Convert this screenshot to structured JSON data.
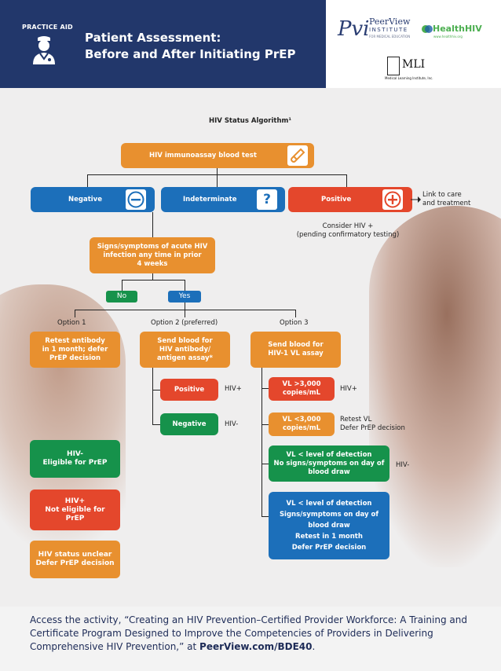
{
  "header": {
    "label": "PRACTICE AID",
    "title": "Patient Assessment:\nBefore and After Initiating PrEP"
  },
  "logos": {
    "pvi_mark": "Pvi",
    "pvi_name": "PeerView",
    "pvi_institute": "INSTITUTE",
    "pvi_sub": "FOR MEDICAL EDUCATION",
    "healthhiv": "HealthHIV",
    "healthhiv_url": "www.healthhiv.org",
    "mli": "MLI",
    "mli_sub": "Medical Learning Institute, Inc."
  },
  "algorithm": {
    "title": "HIV Status Algorithm¹",
    "immunoassay": "HIV immunoassay blood test",
    "negative": "Negative",
    "indeterminate": "Indeterminate",
    "positive": "Positive",
    "link_to_care": "Link to care\nand treatment",
    "consider": "Consider HIV +\n(pending confirmatory testing)",
    "acute": "Signs/symptoms of acute HIV\ninfection any time in prior\n4 weeks",
    "no": "No",
    "yes": "Yes",
    "option1": "Option 1",
    "option2": "Option 2 (preferred)",
    "option3": "Option 3",
    "retest": "Retest antibody\nin 1 month; defer\nPrEP decision",
    "send_ab": "Send blood for\nHIV antibody/\nantigen assay*",
    "send_vl": "Send blood for\nHIV-1 VL assay",
    "opt2_positive": "Positive",
    "opt2_positive_result": "HIV+",
    "opt2_negative": "Negative",
    "opt2_negative_result": "HIV-",
    "vl_high": "VL >3,000\ncopies/mL",
    "vl_high_result": "HIV+",
    "vl_low": "VL <3,000\ncopies/mL",
    "vl_low_result": "Retest VL\nDefer PrEP decision",
    "detect_no": "VL < level of detection\nNo signs/symptoms on day of\nblood draw",
    "detect_no_result": "HIV-",
    "detect_yes": "VL < level of detection\nSigns/symptoms on day of\nblood draw\nRetest in 1 month\nDefer PrEP decision"
  },
  "legend": {
    "eligible": "HIV-\nEligible for PrEP",
    "not_eligible": "HIV+\nNot eligible for\nPrEP",
    "unclear": "HIV status unclear\nDefer PrEP decision"
  },
  "footer": {
    "text": "Access the activity, “Creating an HIV Prevention–Certified Provider Workforce: A Training and Certificate Program Designed to Improve the Competencies of Providers in Delivering Comprehensive HIV Prevention,” at ",
    "link": "PeerView.com/BDE40",
    "end": "."
  },
  "colors": {
    "navy": "#22376b",
    "orange": "#e8902f",
    "blue": "#1c6fba",
    "red": "#e4472c",
    "green": "#16924b"
  },
  "icons": [
    "doctor-icon",
    "test-tube-icon",
    "minus-icon",
    "question-icon",
    "plus-icon",
    "arrow-right-icon"
  ]
}
